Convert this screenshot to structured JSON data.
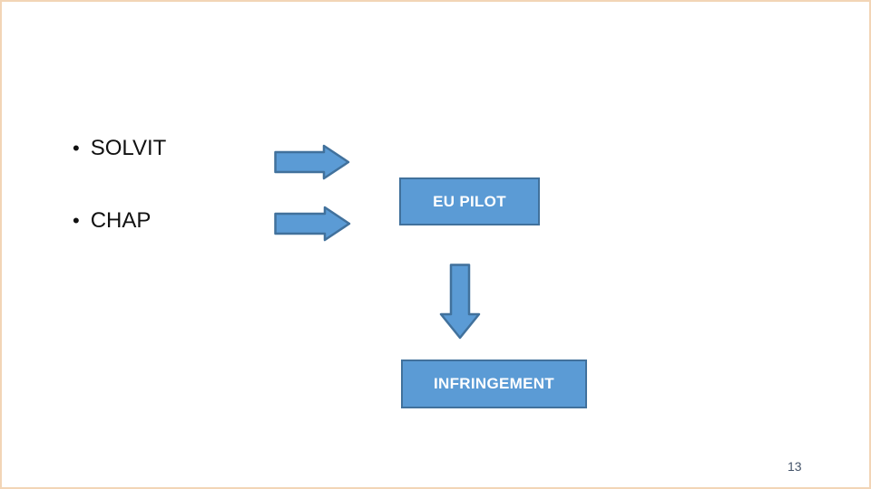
{
  "slide": {
    "bullets": [
      {
        "marker": "•",
        "label": "SOLVIT"
      },
      {
        "marker": "•",
        "label": "CHAP"
      }
    ],
    "boxes": {
      "eu_pilot": "EU PILOT",
      "infringement": "INFRINGEMENT"
    },
    "page_number": "13",
    "colors": {
      "shape_fill": "#5B9BD5",
      "shape_border": "#41719C",
      "box_text": "#FFFFFF",
      "bullet_text": "#111111",
      "page_number": "#44546A",
      "slide_border": "#F2D5B6"
    }
  }
}
